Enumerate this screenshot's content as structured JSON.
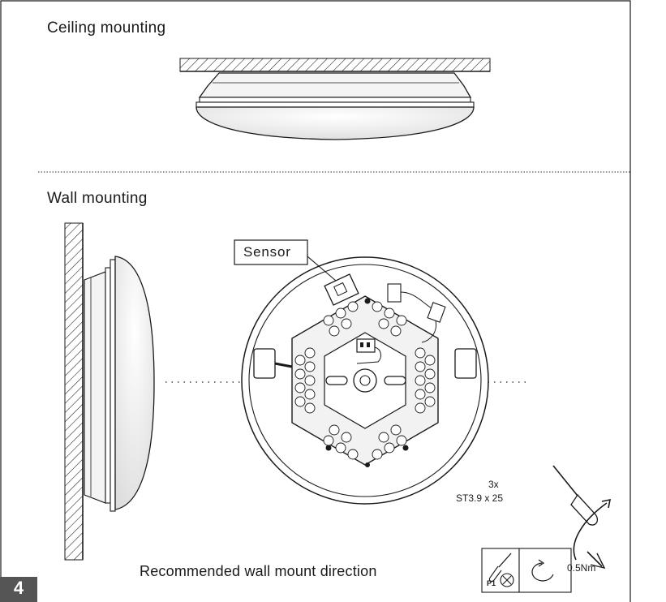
{
  "sections": {
    "ceiling_title": "Ceiling mounting",
    "wall_title": "Wall mounting"
  },
  "callouts": {
    "sensor": "Sensor",
    "screw_count": "3x",
    "screw_spec": "ST3.9 x 25"
  },
  "caption": {
    "direction": "Recommended wall mount direction"
  },
  "tool_icons": {
    "torque": "0.5Nm",
    "bit": "P1",
    "icons": [
      "screwdriver-icon",
      "torque-icon",
      "cross-screw-icon",
      "rotation-arrow-icon"
    ]
  },
  "page": {
    "number": "4"
  },
  "colors": {
    "line": "#1a1a1a",
    "page_badge": "#555555"
  }
}
